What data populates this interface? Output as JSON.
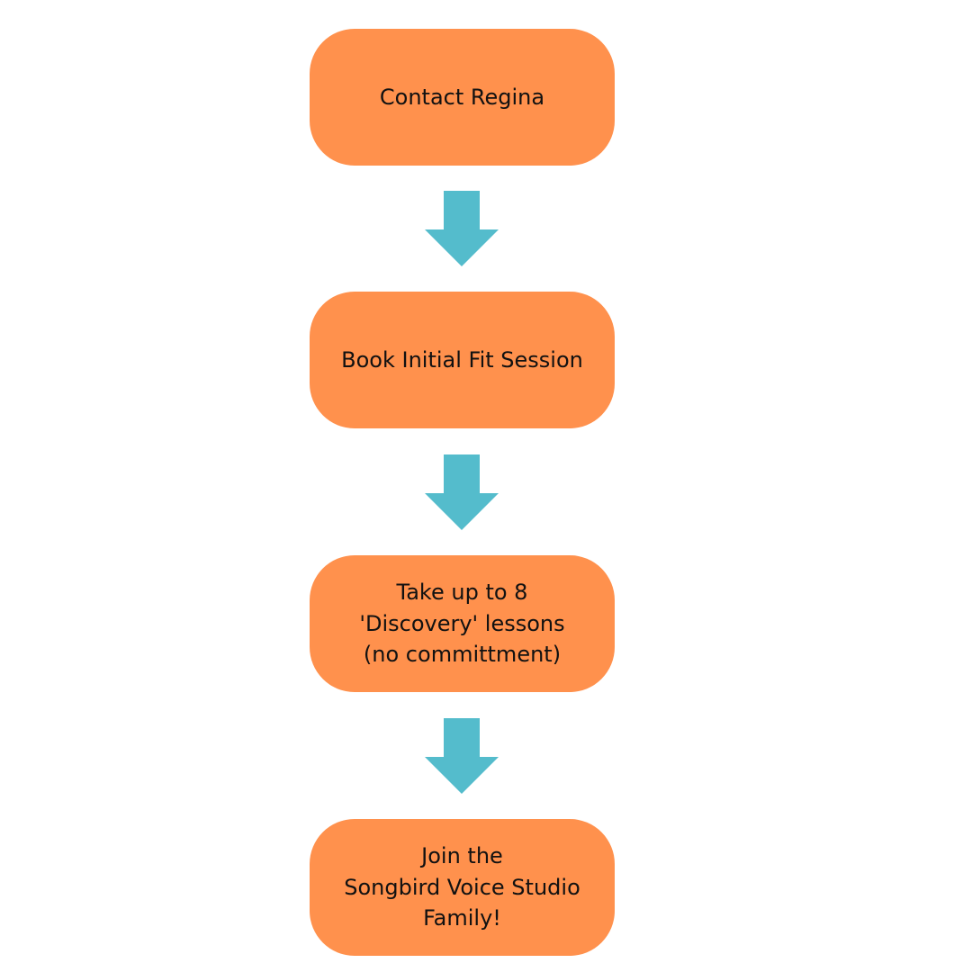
{
  "colors": {
    "step_fill": "#ff914d",
    "arrow_fill": "#54bccc",
    "text": "#111111",
    "background": "#ffffff"
  },
  "steps": [
    {
      "label": "Contact Regina"
    },
    {
      "label": "Book Initial Fit Session"
    },
    {
      "label": "Take up to 8\n'Discovery' lessons\n(no committment)"
    },
    {
      "label": "Join the\nSongbird Voice Studio\nFamily!"
    }
  ],
  "arrows": [
    {
      "icon": "arrow-down-icon"
    },
    {
      "icon": "arrow-down-icon"
    },
    {
      "icon": "arrow-down-icon"
    }
  ]
}
